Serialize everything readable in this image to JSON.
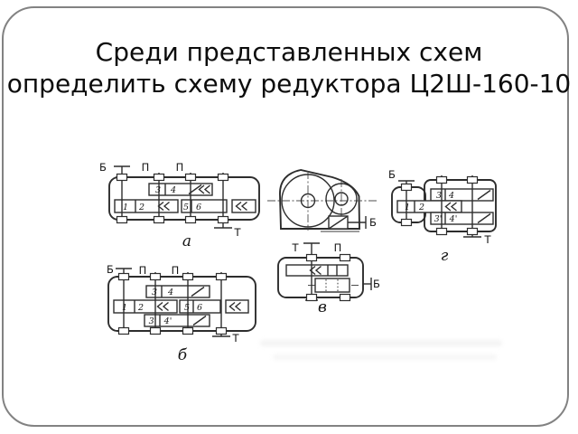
{
  "title": {
    "line1": "Среди представленных схем",
    "line2": "определить схему редуктора Ц2Ш-160-10"
  },
  "colors": {
    "ink": "#2d2d2d",
    "slide_border": "#828282"
  },
  "figure": {
    "scheme_a": {
      "label": "а",
      "b": "Б",
      "p1": "П",
      "p2": "П",
      "t": "Т",
      "g1": "1",
      "g2": "2",
      "g3": "3",
      "g4": "4",
      "g5": "5",
      "g6": "6"
    },
    "scheme_b": {
      "label": "б",
      "b": "Б",
      "p1": "П",
      "p2": "П",
      "t": "Т",
      "g1": "1",
      "g2": "2",
      "g3": "3",
      "g4": "4",
      "g5": "5",
      "g6": "6",
      "g3p": "3'",
      "g4p": "4'"
    },
    "scheme_v": {
      "label": "в",
      "t": "Т",
      "p": "П",
      "b": "Б"
    },
    "scheme_g": {
      "label": "г",
      "b": "Б",
      "t": "Т",
      "g1": "1",
      "g2": "2",
      "g3": "3",
      "g4": "4",
      "g3p": "3'",
      "g4p": "4'"
    },
    "side_view": {
      "b": "Б"
    }
  }
}
